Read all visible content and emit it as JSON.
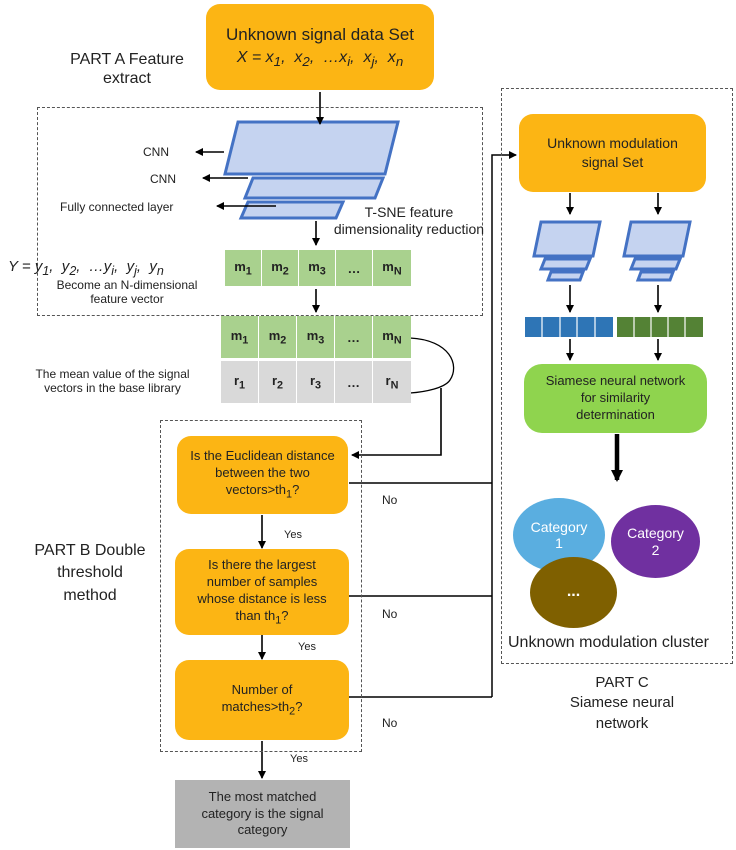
{
  "source": {
    "title": "Unknown signal data Set",
    "formula": "X = x1, x2, …xi, xj, xn",
    "formula_parts": {
      "var": "X",
      "eq": " = ",
      "terms": [
        "x1",
        "x2",
        "…xi",
        "xj",
        "xn"
      ]
    }
  },
  "part_a": {
    "label_line1": "PART A  Feature",
    "label_line2": "extract",
    "cnn1": "CNN",
    "cnn2": "CNN",
    "fc": "Fully connected layer",
    "tsne_line1": "T-SNE feature",
    "tsne_line2": "dimensionality reduction",
    "y_formula": "Y = y1, y2, …yi, yj, yn",
    "vector_line1": "Become an N-dimensional",
    "vector_line2": "feature vector",
    "m_cells": [
      "m1",
      "m2",
      "m3",
      "…",
      "mN"
    ],
    "r_cells": [
      "r1",
      "r2",
      "r3",
      "…",
      "rN"
    ],
    "mean_line1": "The mean value of the signal",
    "mean_line2": "vectors in the base library"
  },
  "part_b": {
    "label_line1": "PART B  Double",
    "label_line2": "threshold",
    "label_line3": "method",
    "q1_line1": "Is the Euclidean distance",
    "q1_line2": "between the two",
    "q1_line3": "vectors>th1?",
    "q2_line1": "Is there the largest",
    "q2_line2": "number of samples",
    "q2_line3": "whose distance is less",
    "q2_line4": "than th1?",
    "q3_line1": "Number of",
    "q3_line2": "matches>th2?",
    "yes": "Yes",
    "no": "No",
    "result_line1": "The most matched",
    "result_line2": "category is the signal",
    "result_line3": "category"
  },
  "part_c": {
    "input_line1": "Unknown modulation",
    "input_line2": "signal Set",
    "siamese_line1": "Siamese neural network",
    "siamese_line2": "for similarity",
    "siamese_line3": "determination",
    "category1_line1": "Category",
    "category1_line2": "1",
    "category2_line1": "Category",
    "category2_line2": "2",
    "more": "...",
    "cluster": "Unknown modulation cluster",
    "label_line1": "PART C",
    "label_line2": "Siamese neural",
    "label_line3": "network"
  },
  "colors": {
    "orange": "#fcb514",
    "green": "#8fd44e",
    "cell_green": "#a9d18e",
    "cell_gray": "#d9d9d9",
    "gray_box": "#b3b3b3",
    "cnn_fill": "#c5d3f0",
    "cnn_border": "#4472c4",
    "blue_vector": "#2e75b6",
    "green_vector": "#548235",
    "category1": "#5aaee0",
    "category2": "#7030a0",
    "ellipsis_blob": "#7f6000"
  }
}
